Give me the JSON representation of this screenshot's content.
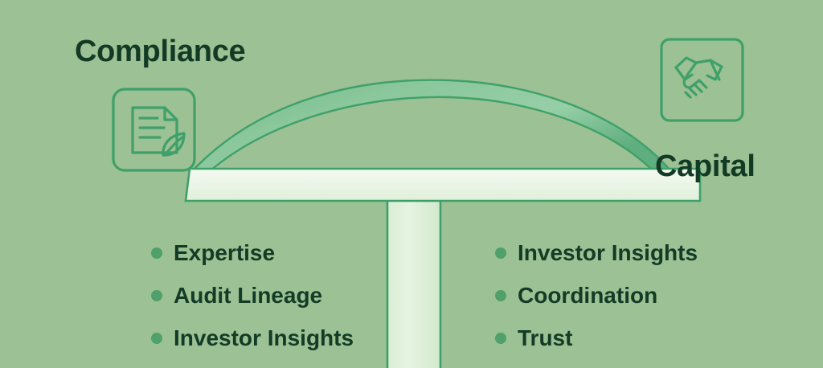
{
  "theme": {
    "background": "#9cc194",
    "text_dark": "#123a24",
    "accent_green": "#3fa06a",
    "arch_fill_light": "#a9d6ae",
    "arch_fill_dark": "#5fae7f",
    "deck_fill": "#edf6ea",
    "bullet_color": "#4fa06a"
  },
  "left_side": {
    "label": "Compliance",
    "icon": "compliance-document-leaf-icon"
  },
  "right_side": {
    "label": "Capital",
    "icon": "handshake-icon"
  },
  "bridge": {
    "arch_name": "bridge-arch",
    "deck_name": "bridge-deck",
    "pillar_name": "bridge-pillar"
  },
  "benefits_left": [
    {
      "label": "Expertise"
    },
    {
      "label": "Audit Lineage"
    },
    {
      "label": "Investor Insights"
    }
  ],
  "benefits_right": [
    {
      "label": "Investor Insights"
    },
    {
      "label": "Coordination"
    },
    {
      "label": "Trust"
    }
  ]
}
